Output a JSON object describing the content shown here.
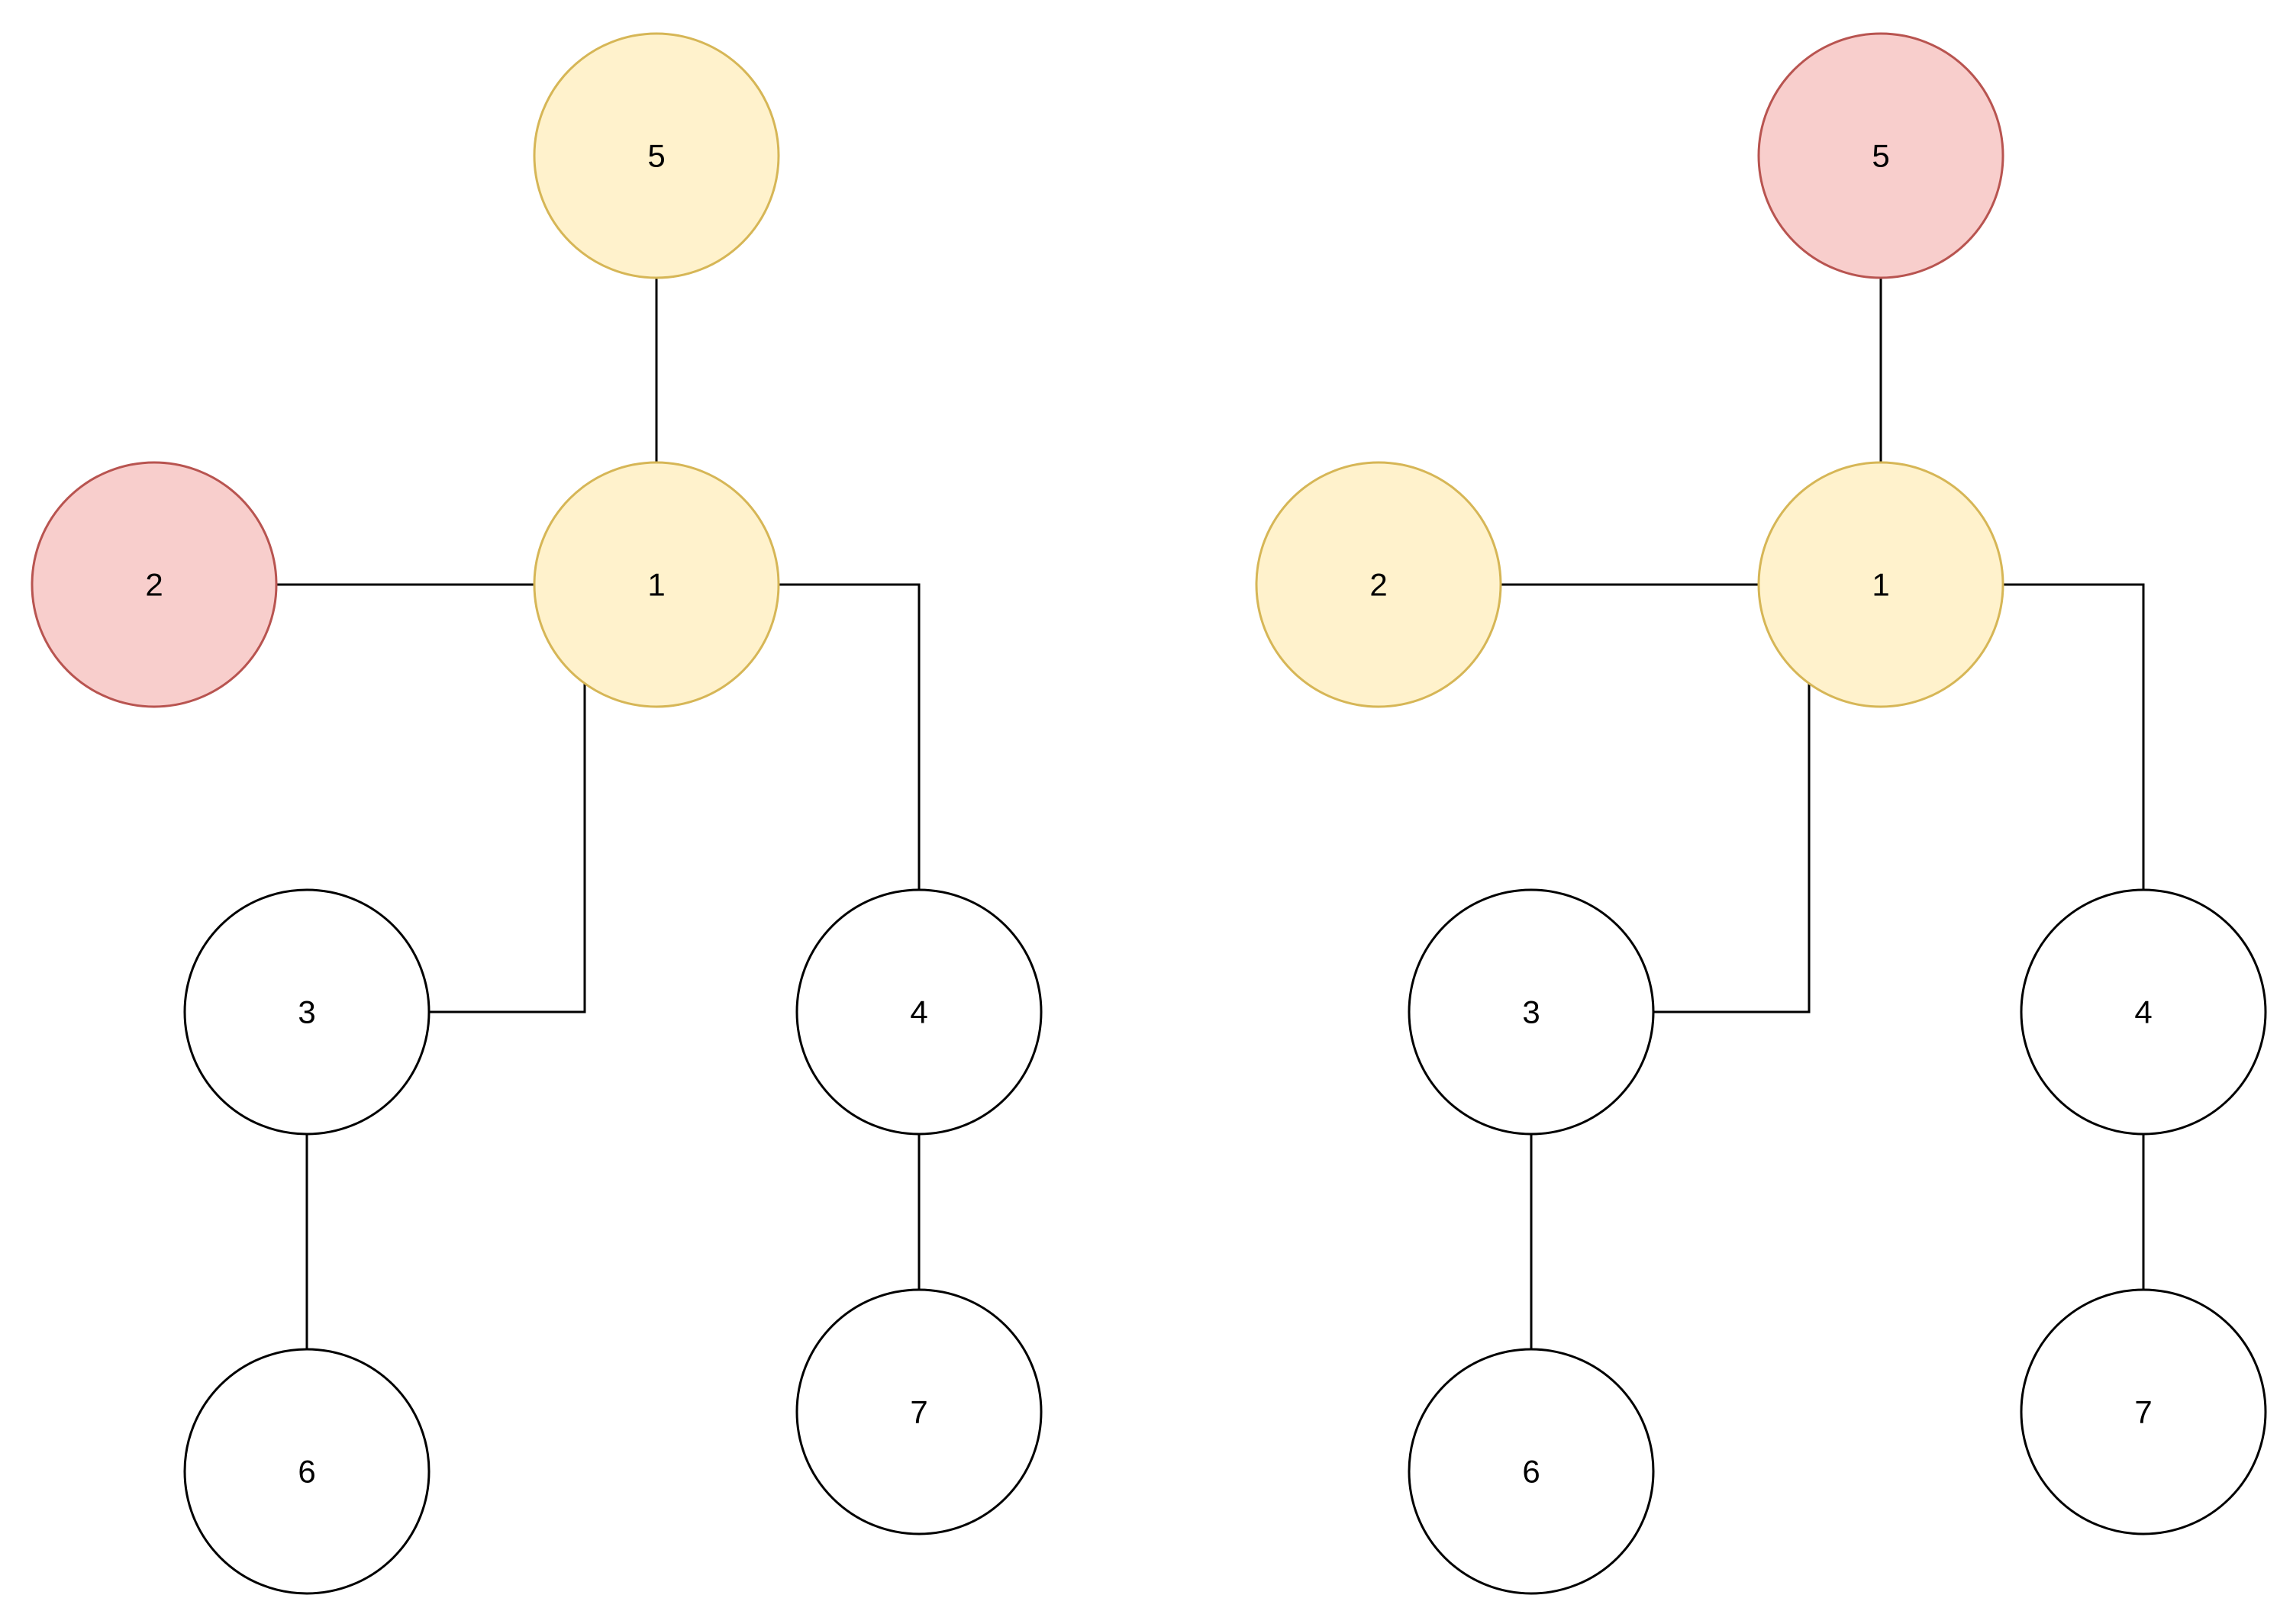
{
  "colors": {
    "white_fill": "#ffffff",
    "white_stroke": "#000000",
    "yellow_fill": "#fff2cc",
    "yellow_stroke": "#d6b656",
    "red_fill": "#f8cecc",
    "red_stroke": "#b85450",
    "edge": "#000000"
  },
  "diagrams": [
    {
      "nodes": [
        {
          "id": "5",
          "label": "5",
          "color": "yellow"
        },
        {
          "id": "1",
          "label": "1",
          "color": "yellow"
        },
        {
          "id": "2",
          "label": "2",
          "color": "red"
        },
        {
          "id": "3",
          "label": "3",
          "color": "white"
        },
        {
          "id": "4",
          "label": "4",
          "color": "white"
        },
        {
          "id": "6",
          "label": "6",
          "color": "white"
        },
        {
          "id": "7",
          "label": "7",
          "color": "white"
        }
      ],
      "edges": [
        {
          "from": "5",
          "to": "1"
        },
        {
          "from": "2",
          "to": "1"
        },
        {
          "from": "1",
          "to": "3"
        },
        {
          "from": "1",
          "to": "4"
        },
        {
          "from": "3",
          "to": "6"
        },
        {
          "from": "4",
          "to": "7"
        }
      ]
    },
    {
      "nodes": [
        {
          "id": "5",
          "label": "5",
          "color": "red"
        },
        {
          "id": "1",
          "label": "1",
          "color": "yellow"
        },
        {
          "id": "2",
          "label": "2",
          "color": "yellow"
        },
        {
          "id": "3",
          "label": "3",
          "color": "white"
        },
        {
          "id": "4",
          "label": "4",
          "color": "white"
        },
        {
          "id": "6",
          "label": "6",
          "color": "white"
        },
        {
          "id": "7",
          "label": "7",
          "color": "white"
        }
      ],
      "edges": [
        {
          "from": "5",
          "to": "1"
        },
        {
          "from": "2",
          "to": "1"
        },
        {
          "from": "1",
          "to": "3"
        },
        {
          "from": "1",
          "to": "4"
        },
        {
          "from": "3",
          "to": "6"
        },
        {
          "from": "4",
          "to": "7"
        }
      ]
    }
  ]
}
